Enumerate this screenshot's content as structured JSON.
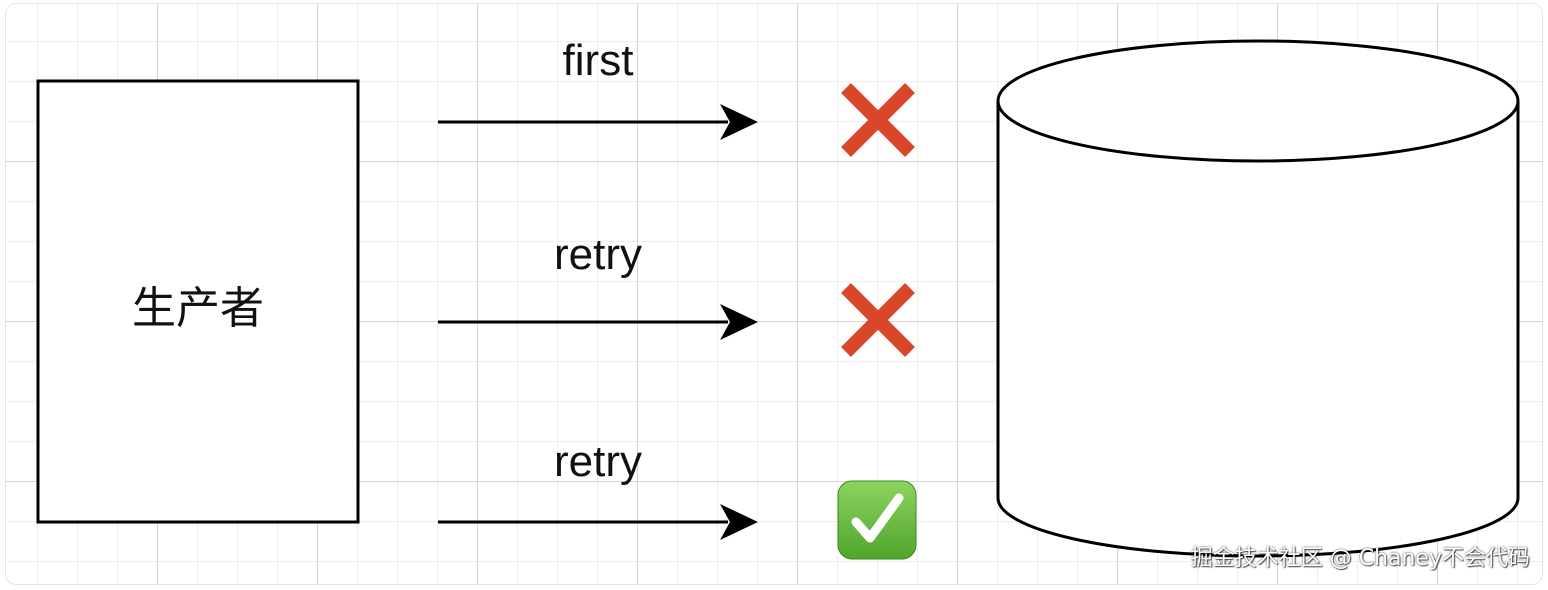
{
  "producer": {
    "label": "生产者"
  },
  "attempts": [
    {
      "label": "first",
      "result": "fail",
      "result_icon": "red-cross-mark-icon"
    },
    {
      "label": "retry",
      "result": "fail",
      "result_icon": "red-cross-mark-icon"
    },
    {
      "label": "retry",
      "result": "success",
      "result_icon": "green-check-mark-icon"
    }
  ],
  "database": {
    "shape": "cylinder"
  },
  "watermark": "掘金技术社区 @ Chaney不会代码",
  "colors": {
    "cross": "#d9472b",
    "check_bg": "#6cbf3f",
    "check_mark": "#ffffff",
    "stroke": "#000000",
    "grid_major": "#d6d6d6",
    "grid_minor": "#eeeeee"
  }
}
